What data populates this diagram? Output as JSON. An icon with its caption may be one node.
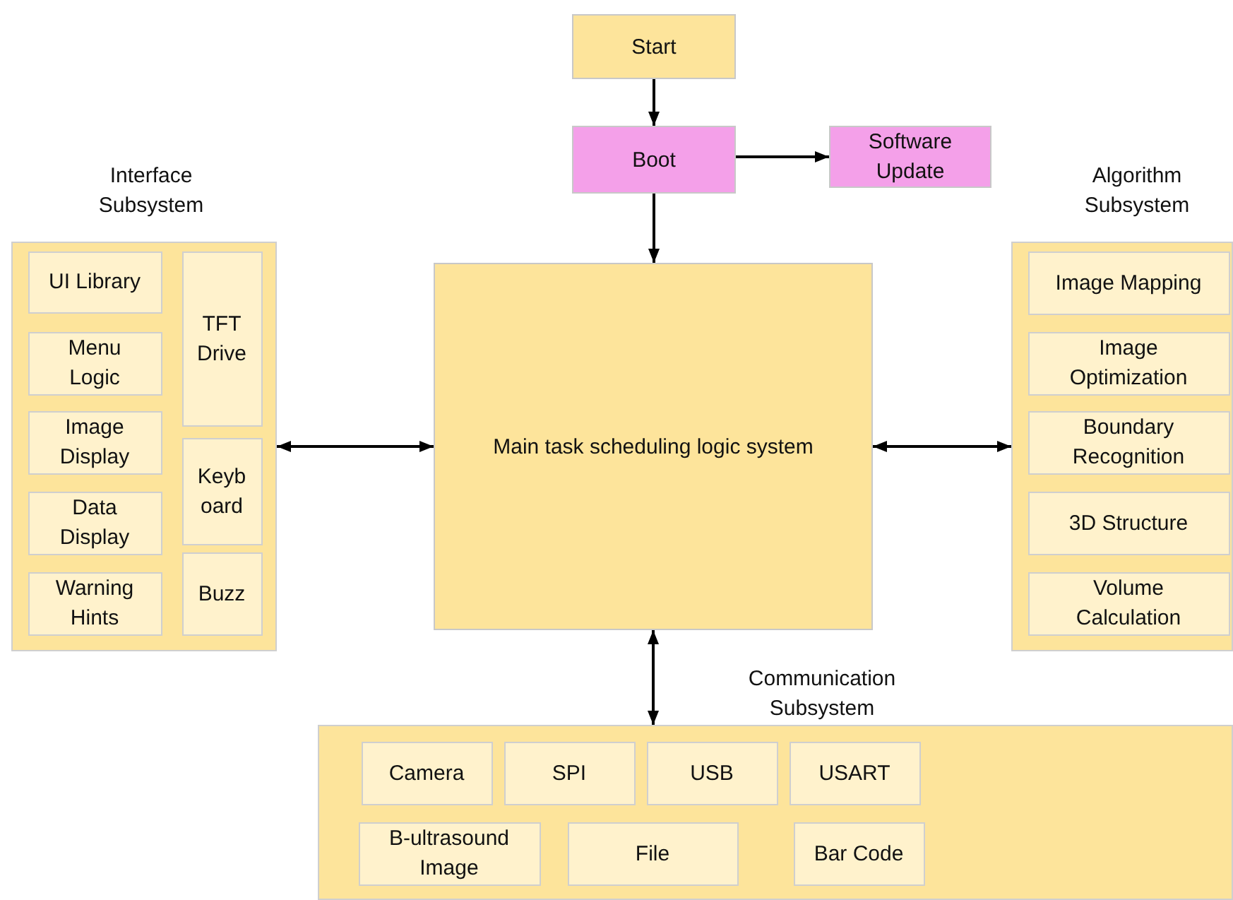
{
  "diagram": {
    "nodes": [
      {
        "text": [
          "Start"
        ]
      },
      {
        "text": [
          "Boot"
        ]
      },
      {
        "text": [
          "Software Update"
        ]
      },
      {
        "text": [
          "Main task scheduling logic system"
        ]
      },
      {
        "text": [
          "Interface Subsystem"
        ]
      },
      {
        "text": [
          "UI Library"
        ],
        "in": 4
      },
      {
        "text": [
          "Menu Logic"
        ],
        "in": 4
      },
      {
        "text": [
          "Image Display"
        ],
        "in": 4
      },
      {
        "text": [
          "Data Display"
        ],
        "in": 4
      },
      {
        "text": [
          "Warning Hints"
        ],
        "in": 4
      },
      {
        "text": [
          "TFT Drive"
        ],
        "in": 4
      },
      {
        "text": [
          "Keyboard"
        ],
        "in": 4
      },
      {
        "text": [
          "Buzz"
        ],
        "in": 4
      },
      {
        "text": [
          "Algorithm Subsystem"
        ]
      },
      {
        "text": [
          "Image Mapping"
        ],
        "in": 13
      },
      {
        "text": [
          "Image Optimization"
        ],
        "in": 13
      },
      {
        "text": [
          "Boundary Recognition"
        ],
        "in": 13
      },
      {
        "text": [
          "3D Structure"
        ],
        "in": 13
      },
      {
        "text": [
          "Volume Calculation"
        ],
        "in": 13
      },
      {
        "text": [
          "Communication Subsystem"
        ]
      },
      {
        "text": [
          "Camera"
        ],
        "in": 19
      },
      {
        "text": [
          "SPI"
        ],
        "in": 19
      },
      {
        "text": [
          "USB"
        ],
        "in": 19
      },
      {
        "text": [
          "USART"
        ],
        "in": 19
      },
      {
        "text": [
          "B-ultrasound Image"
        ],
        "in": 19
      },
      {
        "text": [
          "File"
        ],
        "in": 19
      },
      {
        "text": [
          "Bar Code"
        ],
        "in": 19
      }
    ],
    "edges": [
      {
        "from": 0,
        "to": 1,
        "arrow": "to"
      },
      {
        "from": 1,
        "to": 2,
        "arrow": "to"
      },
      {
        "from": 1,
        "to": 3,
        "arrow": "to"
      },
      {
        "from": 4,
        "to": 3,
        "arrow": "both"
      },
      {
        "from": 3,
        "to": 13,
        "arrow": "both"
      },
      {
        "from": 3,
        "to": 19,
        "arrow": "both"
      }
    ]
  }
}
